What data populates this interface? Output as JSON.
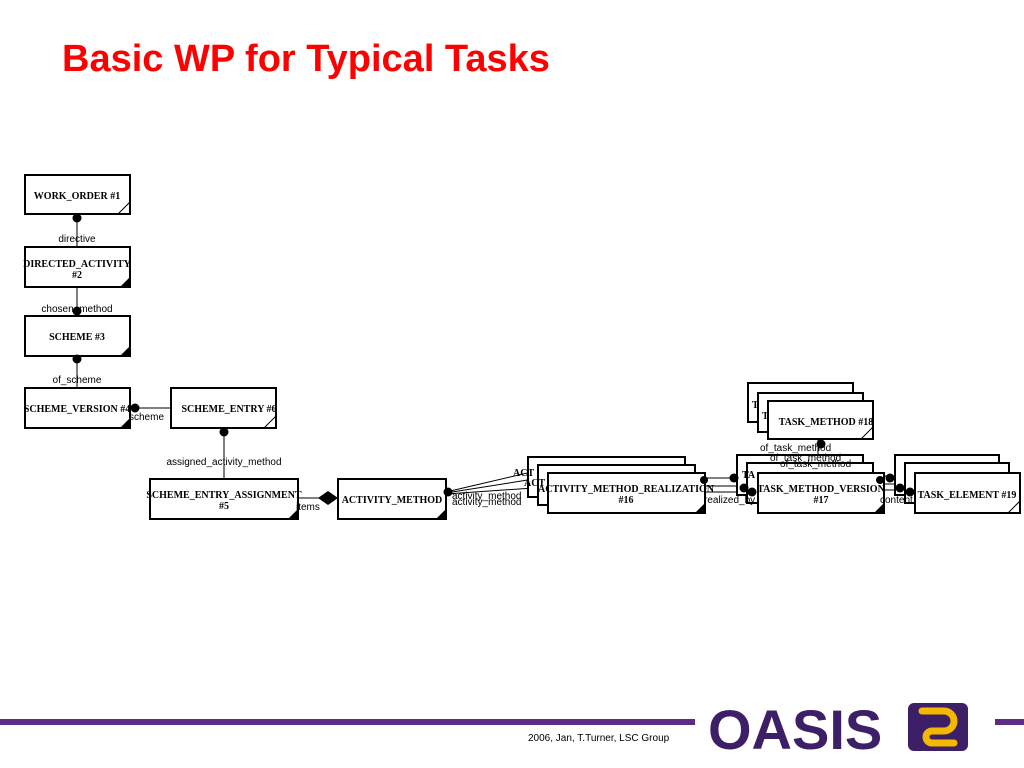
{
  "slide": {
    "title": "Basic WP for Typical Tasks",
    "footer": "2006, Jan, T.Turner, LSC Group",
    "logo": "OASIS"
  },
  "colors": {
    "title": "#ff0000",
    "brand_purple": "#5c2d82",
    "logo_dark": "#3c1f66",
    "logo_gold": "#f5b800"
  },
  "entities": [
    {
      "id": "e1",
      "label": "WORK_ORDER #1"
    },
    {
      "id": "e2",
      "label": "DIRECTED_ACTIVITY",
      "label2": "#2"
    },
    {
      "id": "e3",
      "label": "SCHEME #3"
    },
    {
      "id": "e4",
      "label": "SCHEME_VERSION #4"
    },
    {
      "id": "e6",
      "label": "SCHEME_ENTRY #6"
    },
    {
      "id": "e5",
      "label": "SCHEME_ENTRY_ASSIGNMENT",
      "label2": "#5"
    },
    {
      "id": "e7",
      "label": "ACTIVITY_METHOD"
    },
    {
      "id": "e16",
      "label": "ACTIVITY_METHOD_REALIZATION",
      "label2": "#16"
    },
    {
      "id": "e18",
      "label": "TASK_METHOD #18"
    },
    {
      "id": "e17",
      "label": "TASK_METHOD_VERSION",
      "label2": "#17"
    },
    {
      "id": "e19",
      "label": "TASK_ELEMENT #19"
    }
  ],
  "relations": [
    {
      "id": "r1",
      "label": "directive"
    },
    {
      "id": "r2",
      "label": "chosen_method"
    },
    {
      "id": "r3",
      "label": "of_scheme"
    },
    {
      "id": "r4",
      "label": "scheme"
    },
    {
      "id": "r5",
      "label": "assigned_activity_method"
    },
    {
      "id": "r6",
      "label": "items"
    },
    {
      "id": "r7",
      "label": "activity_method"
    },
    {
      "id": "r8",
      "label": "realized_by"
    },
    {
      "id": "r9",
      "label": "of_task_method"
    },
    {
      "id": "r10",
      "label": "content"
    }
  ]
}
